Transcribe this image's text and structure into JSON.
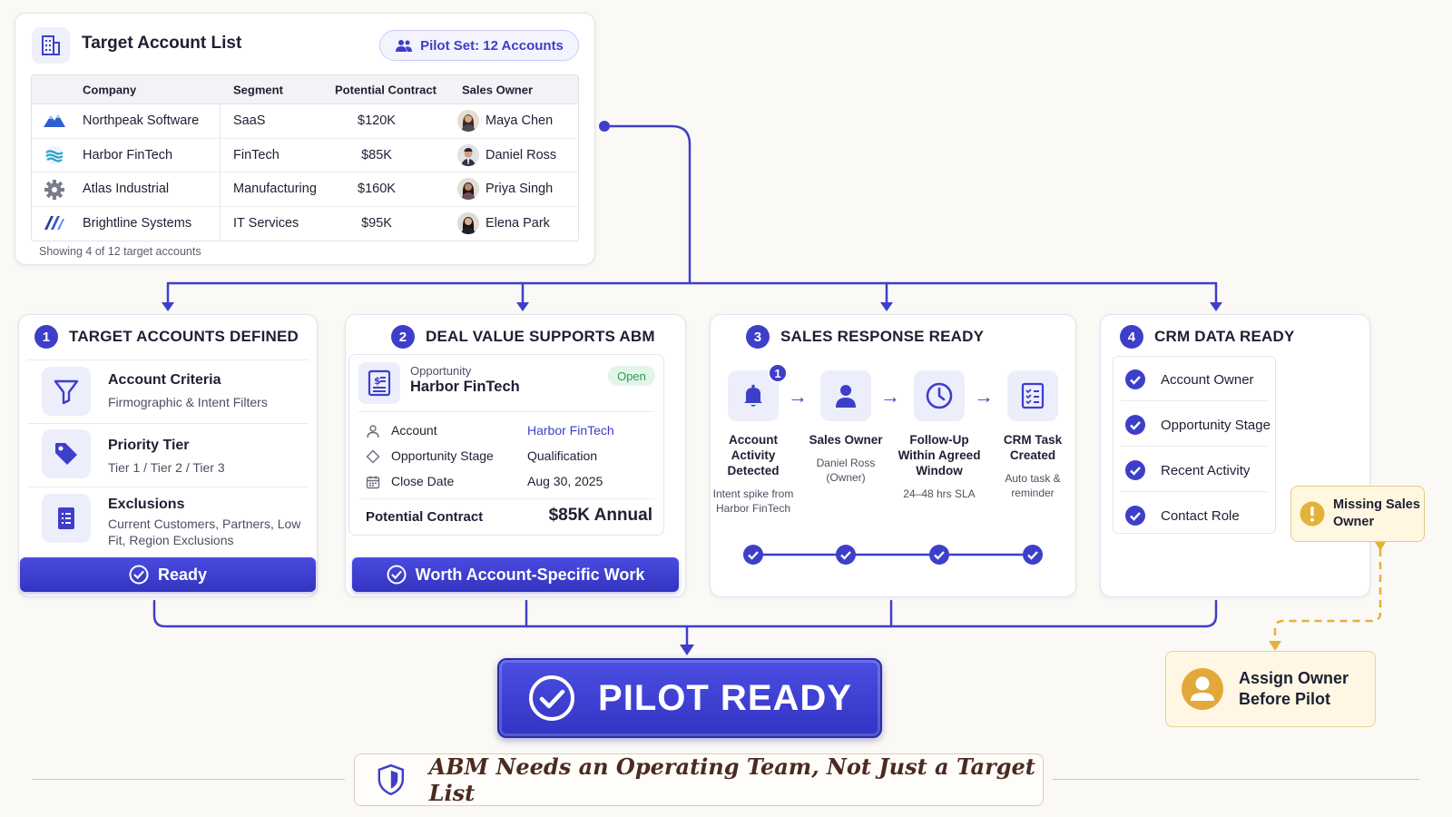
{
  "target_list": {
    "title": "Target Account List",
    "pilot_set": "Pilot Set: 12 Accounts",
    "columns": [
      "Company",
      "Segment",
      "Potential Contract",
      "Sales Owner"
    ],
    "rows": [
      {
        "company": "Northpeak Software",
        "segment": "SaaS",
        "contract": "$120K",
        "owner": "Maya Chen",
        "logo": "mountain-logo"
      },
      {
        "company": "Harbor FinTech",
        "segment": "FinTech",
        "contract": "$85K",
        "owner": "Daniel Ross",
        "logo": "wave-logo"
      },
      {
        "company": "Atlas Industrial",
        "segment": "Manufacturing",
        "contract": "$160K",
        "owner": "Priya Singh",
        "logo": "gear-logo"
      },
      {
        "company": "Brightline Systems",
        "segment": "IT Services",
        "contract": "$95K",
        "owner": "Elena Park",
        "logo": "slash-logo"
      }
    ],
    "footer": "Showing 4 of 12 target accounts"
  },
  "col1": {
    "num": "1",
    "title": "TARGET ACCOUNTS DEFINED",
    "items": [
      {
        "title": "Account Criteria",
        "sub": "Firmographic & Intent Filters",
        "icon": "funnel-icon"
      },
      {
        "title": "Priority Tier",
        "sub": "Tier 1 / Tier 2 / Tier 3",
        "icon": "tag-icon"
      },
      {
        "title": "Exclusions",
        "sub": "Current Customers, Partners, Low Fit, Region Exclusions",
        "icon": "list-icon"
      }
    ],
    "button": "Ready"
  },
  "col2": {
    "num": "2",
    "title": "DEAL VALUE SUPPORTS ABM",
    "opp_label": "Opportunity",
    "opp_name": "Harbor FinTech",
    "badge": "Open",
    "fields": [
      {
        "key": "Account",
        "value": "Harbor FinTech",
        "icon": "person-icon"
      },
      {
        "key": "Opportunity Stage",
        "value": "Qualification",
        "icon": "diamond-icon"
      },
      {
        "key": "Close Date",
        "value": "Aug 30, 2025",
        "icon": "calendar-icon"
      }
    ],
    "contract_label": "Potential Contract",
    "contract_value": "$85K Annual",
    "button": "Worth Account-Specific Work"
  },
  "col3": {
    "num": "3",
    "title": "SALES RESPONSE READY",
    "steps": [
      {
        "title": "Account Activity Detected",
        "sub": "Intent spike from Harbor FinTech",
        "badge": "1",
        "icon": "bell-icon"
      },
      {
        "title": "Sales Owner",
        "sub": "Daniel Ross (Owner)",
        "icon": "user-icon"
      },
      {
        "title": "Follow-Up Within Agreed Window",
        "sub": "24–48 hrs SLA",
        "icon": "clock-icon"
      },
      {
        "title": "CRM Task Created",
        "sub": "Auto task & reminder",
        "icon": "checklist-icon"
      }
    ]
  },
  "col4": {
    "num": "4",
    "title": "CRM DATA READY",
    "items": [
      "Account Owner",
      "Opportunity Stage",
      "Recent Activity",
      "Contact Role"
    ]
  },
  "missing": "Missing Sales Owner",
  "assign": "Assign Owner Before Pilot",
  "pilot": "PILOT READY",
  "tagline": "ABM Needs an Operating Team, Not Just a Target List",
  "colors": {
    "accent": "#3e3fc9",
    "warning": "#e2b23a",
    "success": "#2f9a56"
  }
}
